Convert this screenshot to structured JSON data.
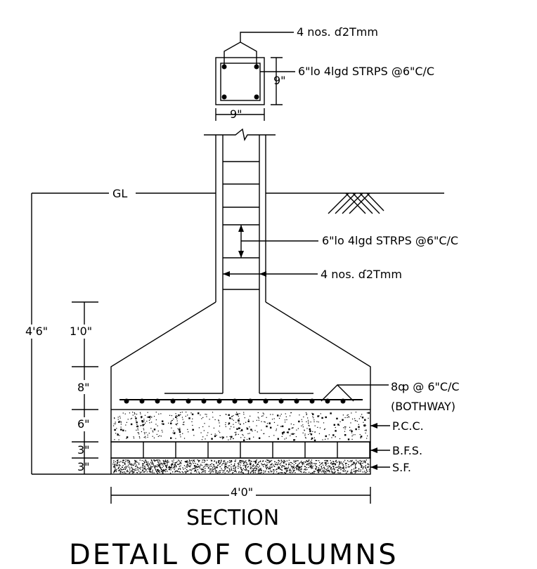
{
  "column": {
    "main_bars": "4 nos. ɗ2Tmm",
    "stirrups": "6\"lo   4lgd  STRPS  @6\"C/C",
    "size_h": "9\"",
    "size_w": "9\""
  },
  "elevation": {
    "ground_level": "GL",
    "stirrups": "6\"lo   4lgd  STRPS  @6\"C/C",
    "main_bars": "4 nos. ɗ2Tmm",
    "footing_bars": "8ȹ    @  6\"C/C",
    "bothway": "(BOTHWAY)",
    "pcc": "P.C.C.",
    "bfs": "B.F.S.",
    "sf": "S.F.",
    "overall_depth": "4'6\"",
    "dim_pedestal": "1'0\"",
    "dim_footing": "8\"",
    "dim_pcc": "6\"",
    "dim_bfs": "3\"",
    "dim_sf": "3\"",
    "width": "4'0\""
  },
  "labels": {
    "section": "SECTION",
    "title": "DETAIL  OF  COLUMNS"
  }
}
